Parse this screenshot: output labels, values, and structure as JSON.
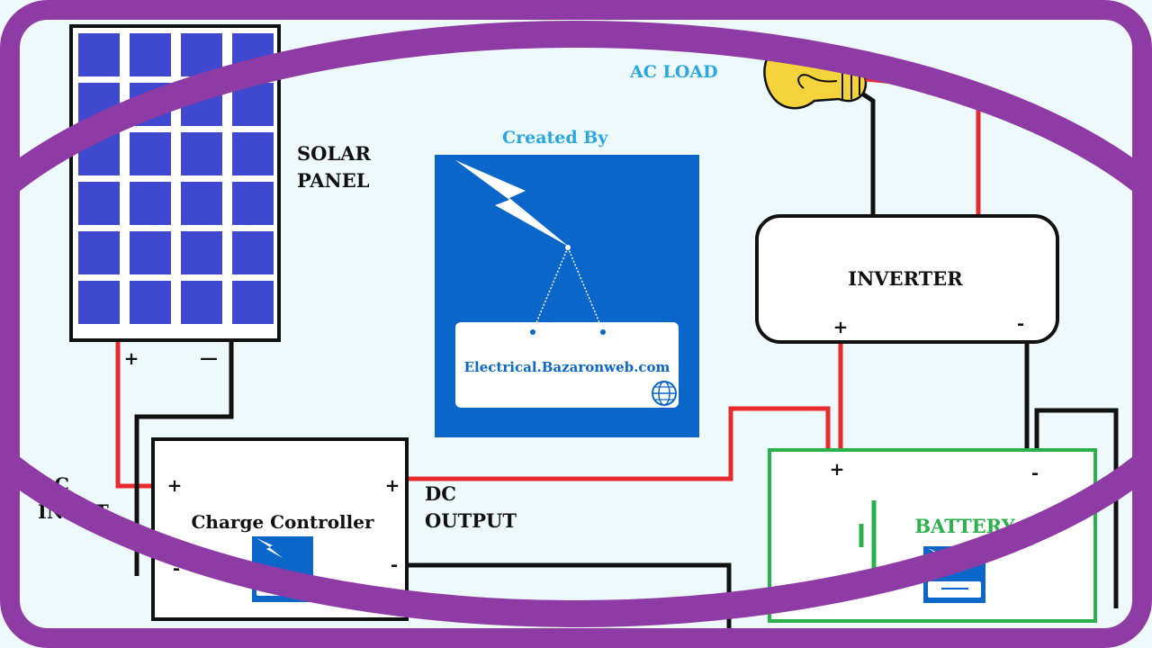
{
  "colors": {
    "frame": "#8e3ba6",
    "background": "#eef9fc",
    "panel_cell": "#3f49cf",
    "wire_positive": "#e52b2b",
    "wire_negative": "#111111",
    "logo_blue": "#0a66c9",
    "battery_green": "#2bb24c",
    "caption_cyan": "#2aa6e0",
    "bulb_yellow": "#f4d43a"
  },
  "labels": {
    "ac_load": "AC LOAD",
    "solar_line1": "SOLAR",
    "solar_line2": "PANEL",
    "created_by": "Created By",
    "website": "Electrical.Bazaronweb.com",
    "inverter": "INVERTER",
    "dc_input_line1": "DC",
    "dc_input_line2": "INPUT",
    "dc_output_line1": "DC",
    "dc_output_line2": "OUTPUT",
    "charge_controller": "Charge Controller",
    "battery": "BATTERY"
  },
  "terminals": {
    "panel_pos": "+",
    "panel_neg": "—",
    "cc_in_pos": "+",
    "cc_in_neg": "-",
    "cc_out_pos": "+",
    "cc_out_neg": "-",
    "inv_pos": "+",
    "inv_neg": "-",
    "bat_pos": "+",
    "bat_neg": "-"
  },
  "icons": {
    "bulb": "light-bulb-icon",
    "lightning": "lightning-bolt-icon",
    "globe": "globe-icon"
  }
}
